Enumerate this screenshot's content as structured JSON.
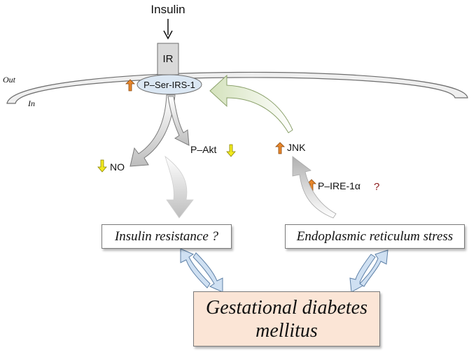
{
  "labels": {
    "insulin": "Insulin",
    "receptor": "IR",
    "p_ser_irs1": "P–Ser-IRS-1",
    "out": "Out",
    "in": "In",
    "no": "NO",
    "p_akt": "P–Akt",
    "jnk": "JNK",
    "p_ire1a": "P–IRE-1α",
    "question": "?"
  },
  "boxes": {
    "insulin_resistance": "Insulin resistance ?",
    "er_stress": "Endoplasmic reticulum stress",
    "gdm_line1": "Gestational diabetes",
    "gdm_line2": "mellitus"
  },
  "indicators": {
    "p_ser_irs1": "up",
    "no": "down",
    "p_akt": "down",
    "jnk": "up",
    "p_ire1a": "up"
  },
  "colors": {
    "up_arrow": "#e8862a",
    "down_arrow": "#f2ea1f",
    "membrane": "#efefef",
    "irs_oval": "#dbe7f3",
    "gdm_fill": "#fbe5d6",
    "blue_arrows": "#cfe0f2",
    "green_arrow": "#dfe9cc",
    "question_mark": "#8b1a1a"
  }
}
